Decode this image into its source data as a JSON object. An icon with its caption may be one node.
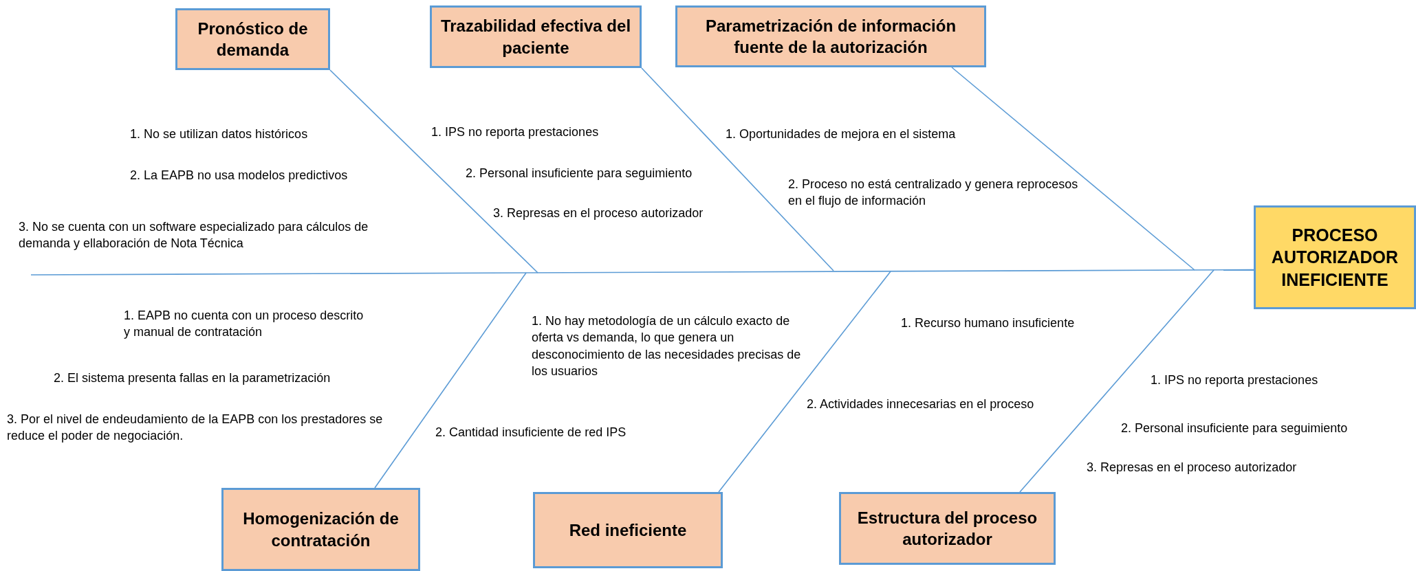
{
  "diagram": {
    "nodes": [
      {
        "text": [
          "Pronóstico de demanda"
        ]
      },
      {
        "text": [
          "Trazabilidad efectiva del paciente"
        ]
      },
      {
        "text": [
          "Parametrización de información fuente de la autorización"
        ]
      },
      {
        "text": [
          "PROCESO AUTORIZADOR INEFICIENTE"
        ]
      },
      {
        "text": [
          "Homogenización de contratación"
        ]
      },
      {
        "text": [
          "Red ineficiente"
        ]
      },
      {
        "text": [
          "Estructura del proceso autorizador"
        ]
      }
    ],
    "edges": [
      {
        "from": null,
        "to": 3,
        "arrow": "none"
      },
      {
        "from": 0,
        "to": null,
        "arrow": "none"
      },
      {
        "from": 1,
        "to": null,
        "arrow": "none"
      },
      {
        "from": 2,
        "to": null,
        "arrow": "none"
      },
      {
        "from": 4,
        "to": null,
        "arrow": "none"
      },
      {
        "from": 5,
        "to": null,
        "arrow": "none"
      },
      {
        "from": 6,
        "to": null,
        "arrow": "none"
      }
    ],
    "labels": [
      "1. No se utilizan datos históricos",
      "2. La EAPB no usa modelos predictivos",
      "3. No se cuenta con un software especializado para cálculos de demanda y ellaboración de Nota Técnica",
      "1. IPS no reporta prestaciones",
      "2. Personal insuficiente para seguimiento",
      "3. Represas en el proceso autorizador",
      "1. Oportunidades de mejora en el sistema",
      "2. Proceso no está centralizado y genera reprocesos en el flujo de información",
      "1. EAPB no cuenta con un proceso descrito y manual de contratación",
      "2. El sistema presenta fallas en la parametrización",
      "3. Por el nivel de endeudamiento de la EAPB con los prestadores se reduce el poder de negociación.",
      "1. No hay metodología de un cálculo exacto de oferta vs demanda, lo que genera un desconocimiento de las necesidades precisas de los usuarios",
      "2. Cantidad insuficiente de red IPS",
      "1. Recurso humano insuficiente",
      "2. Actividades innecesarias en el proceso",
      "1. IPS no reporta prestaciones",
      "2. Personal insuficiente para seguimiento",
      "3. Represas en el proceso autorizador"
    ]
  }
}
